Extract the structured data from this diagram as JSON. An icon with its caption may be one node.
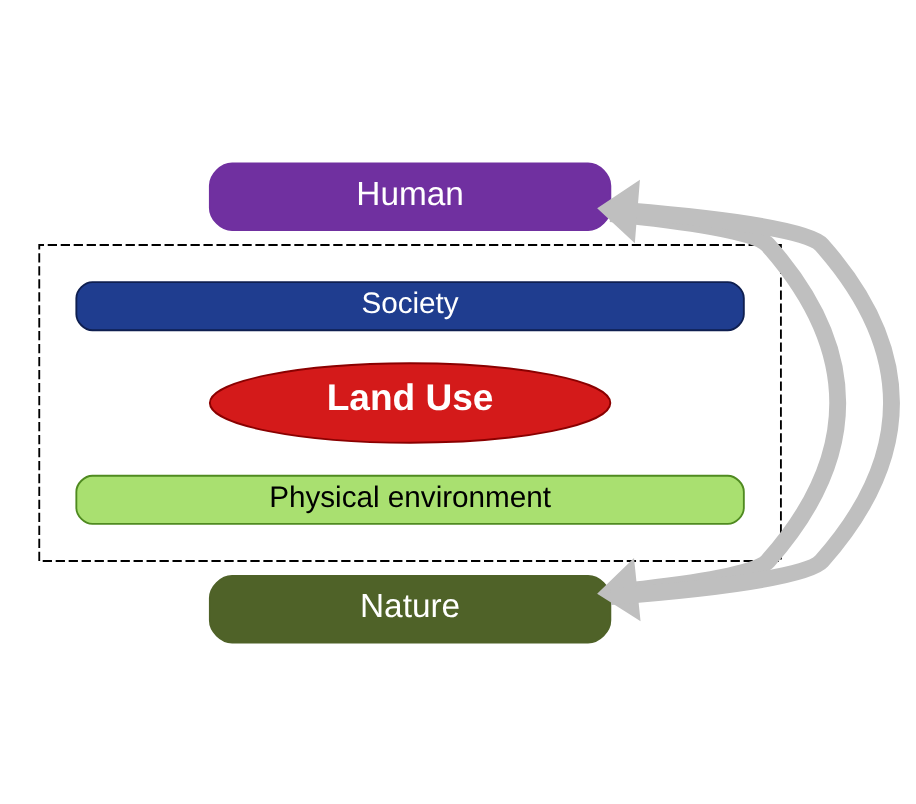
{
  "diagram": {
    "nodes": [
      {
        "text": [
          "Human"
        ]
      },
      {
        "text": [],
        "shape": "box"
      },
      {
        "text": [
          "Society"
        ],
        "in": 1
      },
      {
        "text": [
          "Land Use"
        ],
        "in": 1
      },
      {
        "text": [
          "Physical environment"
        ],
        "in": 1
      },
      {
        "text": [
          "Nature"
        ]
      }
    ],
    "edges": [
      {
        "from": 0,
        "to": 5,
        "arrow": "to"
      },
      {
        "from": 5,
        "to": 0,
        "arrow": "to"
      }
    ]
  }
}
